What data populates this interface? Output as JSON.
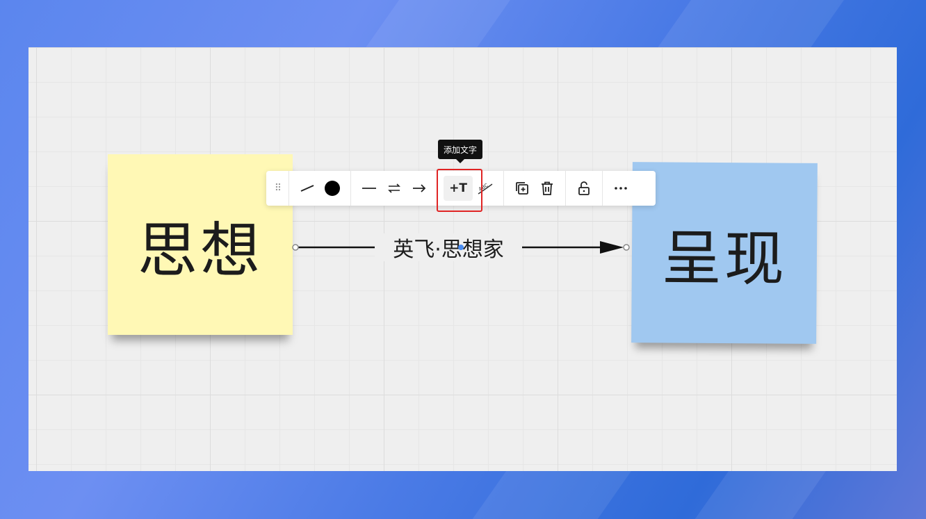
{
  "stickies": {
    "left_text": "思想",
    "right_text": "呈现"
  },
  "connector": {
    "label": "英飞·思想家"
  },
  "toolbar": {
    "tooltip": "添加文字",
    "add_text_label": "+T",
    "items": [
      {
        "name": "drag-handle-icon"
      },
      {
        "name": "line-style-icon"
      },
      {
        "name": "line-color-icon"
      },
      {
        "name": "line-straight-icon"
      },
      {
        "name": "line-bidirectional-icon"
      },
      {
        "name": "line-arrow-icon"
      },
      {
        "name": "add-text-icon"
      },
      {
        "name": "text-style-icon"
      },
      {
        "name": "duplicate-icon"
      },
      {
        "name": "delete-icon"
      },
      {
        "name": "lock-icon"
      },
      {
        "name": "more-icon"
      }
    ]
  },
  "colors": {
    "yellow_sticky": "#fff8b5",
    "blue_sticky": "#a0c8f0",
    "highlight": "#e02424",
    "selection_dot": "#4a8cf0"
  }
}
